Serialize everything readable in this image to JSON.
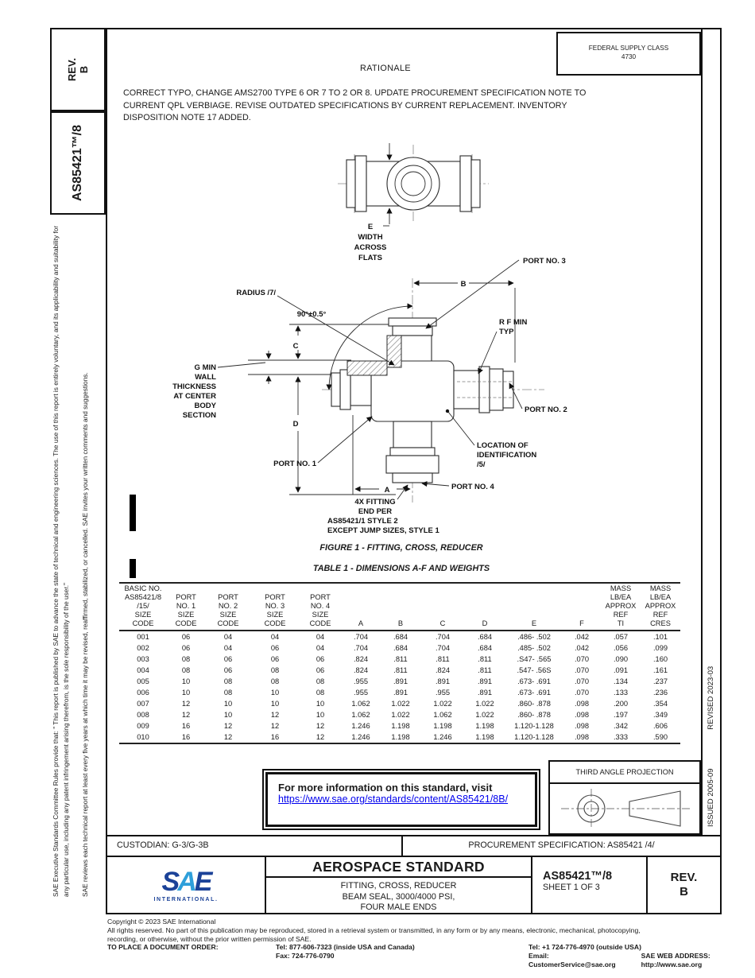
{
  "sidebar": {
    "rev_line1": "REV.",
    "rev_line2": "B",
    "doc_number": "AS85421™/8",
    "note1": "SAE Executive Standards Committee Rules provide that: \" This report is published by SAE to advance the state of technical and engineering sciences. The use of this report is entirely voluntary, and its applicability and suitability for any particular use, including any patent infringement arising therefrom, is the sole responsibility of the user.\"",
    "note2": "SAE reviews each technical report at least every five years at which time it may be revised, reaffirmed, stabilized, or cancelled. SAE invites your written comments and suggestions."
  },
  "right_margin": {
    "issued": "ISSUED 2005-09",
    "revised": "REVISED 2023-03"
  },
  "header": {
    "fsc_line1": "FEDERAL SUPPLY CLASS",
    "fsc_line2": "4730",
    "rationale_title": "RATIONALE",
    "rationale_text": "CORRECT TYPO, CHANGE AMS2700 TYPE 6 OR 7 TO 2 OR 8. UPDATE PROCUREMENT SPECIFICATION NOTE TO\nCURRENT QPL VERBIAGE. REVISE OUTDATED SPECIFICATIONS BY CURRENT REPLACEMENT.  INVENTORY\nDISPOSITION NOTE 17 ADDED."
  },
  "figure": {
    "caption": "FIGURE 1 - FITTING, CROSS, REDUCER",
    "labels": {
      "e_width": [
        "E",
        "WIDTH",
        "ACROSS",
        "FLATS"
      ],
      "port3": "PORT NO. 3",
      "b": "B",
      "radius": "RADIUS /7/",
      "angle": "90°±0.5°",
      "rf": [
        "R F MIN",
        "TYP"
      ],
      "c": "C",
      "g": [
        "G MIN",
        "WALL",
        "THICKNESS",
        "AT CENTER",
        "BODY",
        "SECTION"
      ],
      "d": "D",
      "port2": "PORT NO. 2",
      "location": [
        "LOCATION OF",
        "IDENTIFICATION",
        "/5/"
      ],
      "port1": "PORT NO. 1",
      "a": "A",
      "port4": "PORT NO. 4",
      "note": [
        "4X FITTING",
        "END PER",
        "AS85421/1  STYLE 2",
        "EXCEPT JUMP SIZES, STYLE 1"
      ]
    }
  },
  "table": {
    "caption": "TABLE 1 - DIMENSIONS A-F AND WEIGHTS",
    "headers": [
      "BASIC NO.\nAS85421/8\n/15/\nSIZE\nCODE",
      "PORT\nNO. 1\nSIZE\nCODE",
      "PORT\nNO. 2\nSIZE\nCODE",
      "PORT\nNO. 3\nSIZE\nCODE",
      "PORT\nNO. 4\nSIZE\nCODE",
      "A",
      "B",
      "C",
      "D",
      "E",
      "F",
      "MASS\nLB/EA\nAPPROX\nREF\nTI",
      "MASS\nLB/EA\nAPPROX\nREF\nCRES"
    ],
    "rows": [
      [
        "001",
        "06",
        "04",
        "04",
        "04",
        ".704",
        ".684",
        ".704",
        ".684",
        ".486- .502",
        ".042",
        ".057",
        ".101"
      ],
      [
        "002",
        "06",
        "04",
        "06",
        "04",
        ".704",
        ".684",
        ".704",
        ".684",
        ".485- .502",
        ".042",
        ".056",
        ".099"
      ],
      [
        "003",
        "08",
        "06",
        "06",
        "06",
        ".824",
        ".811",
        ".811",
        ".811",
        ".S47- .565",
        ".070",
        ".090",
        ".160"
      ],
      [
        "004",
        "08",
        "06",
        "08",
        "06",
        ".824",
        ".811",
        ".824",
        ".811",
        ".547- .56S",
        ".070",
        ".091",
        ".161"
      ],
      [
        "005",
        "10",
        "08",
        "08",
        "08",
        ".955",
        ".891",
        ".891",
        ".891",
        ".673- .691",
        ".070",
        ".134",
        ".237"
      ],
      [
        "006",
        "10",
        "08",
        "10",
        "08",
        ".955",
        ".891",
        ".955",
        ".891",
        ".673- .691",
        ".070",
        ".133",
        ".236"
      ],
      [
        "007",
        "12",
        "10",
        "10",
        "10",
        "1.062",
        "1.022",
        "1.022",
        "1.022",
        ".860- .878",
        ".098",
        ".200",
        ".354"
      ],
      [
        "008",
        "12",
        "10",
        "12",
        "10",
        "1.062",
        "1.022",
        "1.062",
        "1.022",
        ".860- .878",
        ".098",
        ".197",
        ".349"
      ],
      [
        "009",
        "16",
        "12",
        "12",
        "12",
        "1.246",
        "1.198",
        "1.198",
        "1.198",
        "1.120-1.128",
        ".098",
        ".342",
        ".606"
      ],
      [
        "010",
        "16",
        "12",
        "16",
        "12",
        "1.246",
        "1.198",
        "1.246",
        "1.198",
        "1.120-1.128",
        ".098",
        ".333",
        ".590"
      ]
    ]
  },
  "info_box": {
    "line1": "For more information on this standard, visit",
    "link": "https://www.sae.org/standards/content/AS85421/8B/"
  },
  "projection": {
    "title": "THIRD ANGLE PROJECTION"
  },
  "custodian_bar": {
    "custodian": "CUSTODIAN: G-3/G-3B",
    "procurement": "PROCUREMENT SPECIFICATION: AS85421 /4/"
  },
  "title_block": {
    "logo_s": "S",
    "logo_a": "A",
    "logo_e": "E",
    "logo_sub": "INTERNATIONAL.",
    "title": "AEROSPACE STANDARD",
    "subtitle": "FITTING, CROSS, REDUCER\nBEAM SEAL, 3000/4000 PSI,\nFOUR MALE ENDS",
    "doc_number": "AS85421™/8",
    "sheet": "SHEET 1 OF 3",
    "rev_line1": "REV.",
    "rev_line2": "B"
  },
  "footer": {
    "copyright": "Copyright © 2023 SAE International",
    "legal": "All rights reserved. No part of this publication may be reproduced, stored in a retrieval system or transmitted, in any form or by any means, electronic, mechanical, photocopying,\nrecording, or otherwise, without the prior written permission of SAE.",
    "order_label": "TO PLACE A DOCUMENT ORDER:",
    "tel_inside": "Tel: 877-606-7323 (inside USA and Canada)",
    "tel_outside": "Tel: +1 724-776-4970 (outside USA)",
    "fax": "Fax: 724-776-0790",
    "email": "Email: CustomerService@sae.org",
    "web": "SAE WEB ADDRESS: http://www.sae.org"
  },
  "colors": {
    "logo_dark_blue": "#1B4298",
    "logo_light_blue": "#2E9FDA",
    "link_blue": "#0000EE"
  }
}
